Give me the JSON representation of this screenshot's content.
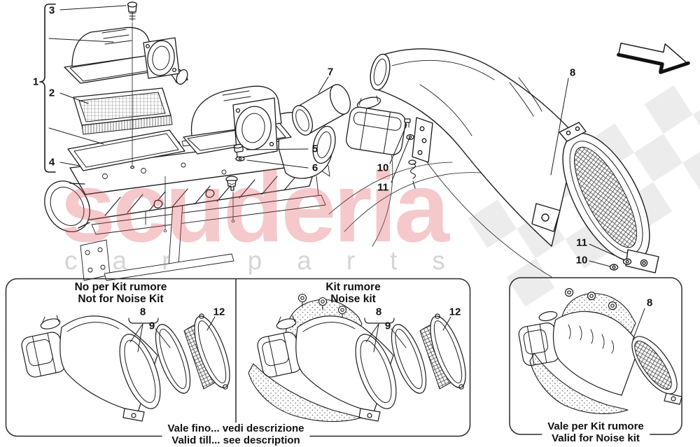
{
  "watermark": {
    "brand": "scuderia",
    "subtext": "car parts",
    "brand_color": "#de4b57",
    "subtext_color": "#878787"
  },
  "colors": {
    "line": "#1c1c1c",
    "checker": "#ececec",
    "background": "#ffffff"
  },
  "icons": {
    "direction_arrow": "direction-arrow"
  },
  "main_callouts": [
    {
      "id": "1",
      "label": "1"
    },
    {
      "id": "2",
      "label": "2"
    },
    {
      "id": "3",
      "label": "3"
    },
    {
      "id": "4",
      "label": "4"
    },
    {
      "id": "5",
      "label": "5"
    },
    {
      "id": "6",
      "label": "6"
    },
    {
      "id": "7",
      "label": "7"
    },
    {
      "id": "8",
      "label": "8"
    },
    {
      "id": "10a",
      "label": "10"
    },
    {
      "id": "11a",
      "label": "11"
    },
    {
      "id": "11b",
      "label": "11"
    },
    {
      "id": "10b",
      "label": "10"
    }
  ],
  "insets": {
    "no_noise_kit": {
      "title_it": "No per Kit rumore",
      "title_en": "Not for Noise Kit",
      "callouts": [
        {
          "label": "8"
        },
        {
          "label": "9"
        },
        {
          "label": "12"
        }
      ]
    },
    "noise_kit": {
      "title_it": "Kit rumore",
      "title_en": "Noise kit",
      "callouts": [
        {
          "label": "8"
        },
        {
          "label": "9"
        },
        {
          "label": "12"
        }
      ]
    },
    "validity_caption": {
      "line_it": "Vale fino... vedi descrizione",
      "line_en": "Valid till... see description"
    },
    "noise_kit_valid": {
      "caption_it": "Vale per Kit rumore",
      "caption_en": "Valid for Noise kit",
      "callouts": [
        {
          "label": "8"
        }
      ]
    }
  }
}
